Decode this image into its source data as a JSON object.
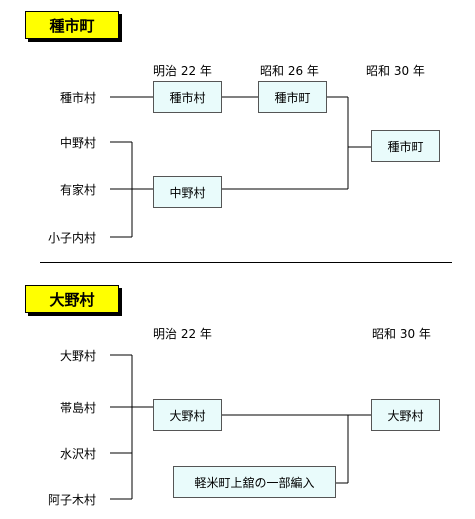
{
  "section1": {
    "title": "種市町",
    "eras": [
      "明治 22 年",
      "昭和 26 年",
      "昭和 30 年"
    ],
    "villages": [
      "種市村",
      "中野村",
      "有家村",
      "小子内村"
    ],
    "nodes": {
      "m22_taneichi": "種市村",
      "s26_taneichi": "種市町",
      "m22_nakano": "中野村",
      "s30_taneichi": "種市町"
    }
  },
  "section2": {
    "title": "大野村",
    "eras": [
      "明治 22 年",
      "昭和 30 年"
    ],
    "villages": [
      "大野村",
      "帯島村",
      "水沢村",
      "阿子木村"
    ],
    "nodes": {
      "m22_ono": "大野村",
      "s30_ono": "大野村",
      "karumai": "軽米町上舘の一部編入"
    }
  }
}
